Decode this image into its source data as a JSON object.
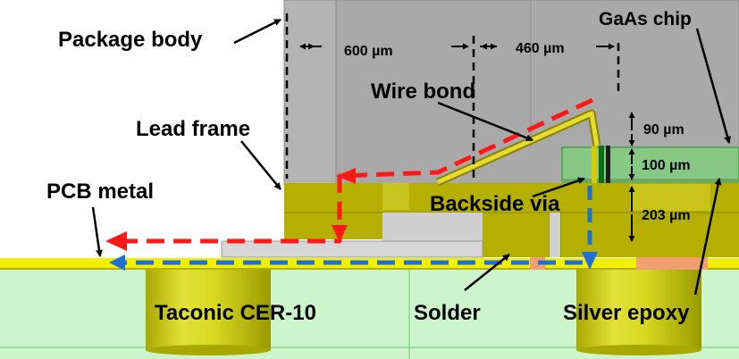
{
  "labels": {
    "package_body": "Package body",
    "lead_frame": "Lead frame",
    "pcb_metal": "PCB metal",
    "wire_bond": "Wire bond",
    "gaas_chip": "GaAs chip",
    "backside_via": "Backside via",
    "taconic": "Taconic CER-10",
    "solder": "Solder",
    "silver_epoxy": "Silver epoxy"
  },
  "dimensions": {
    "d600": "600 µm",
    "d460": "460 µm",
    "d90": "90 µm",
    "d100": "100 µm",
    "d203": "203 µm"
  },
  "colors": {
    "package_body": "#b4b4b4",
    "lead_frame": "#b5b000",
    "pcb_metal": "#f0f000",
    "substrate": "#ccf5cc",
    "chip": "#86c884",
    "silver_epoxy": "#f0a070",
    "thermal_path_lead": "#ff1a1a",
    "thermal_path_via": "#1f6fd6"
  }
}
